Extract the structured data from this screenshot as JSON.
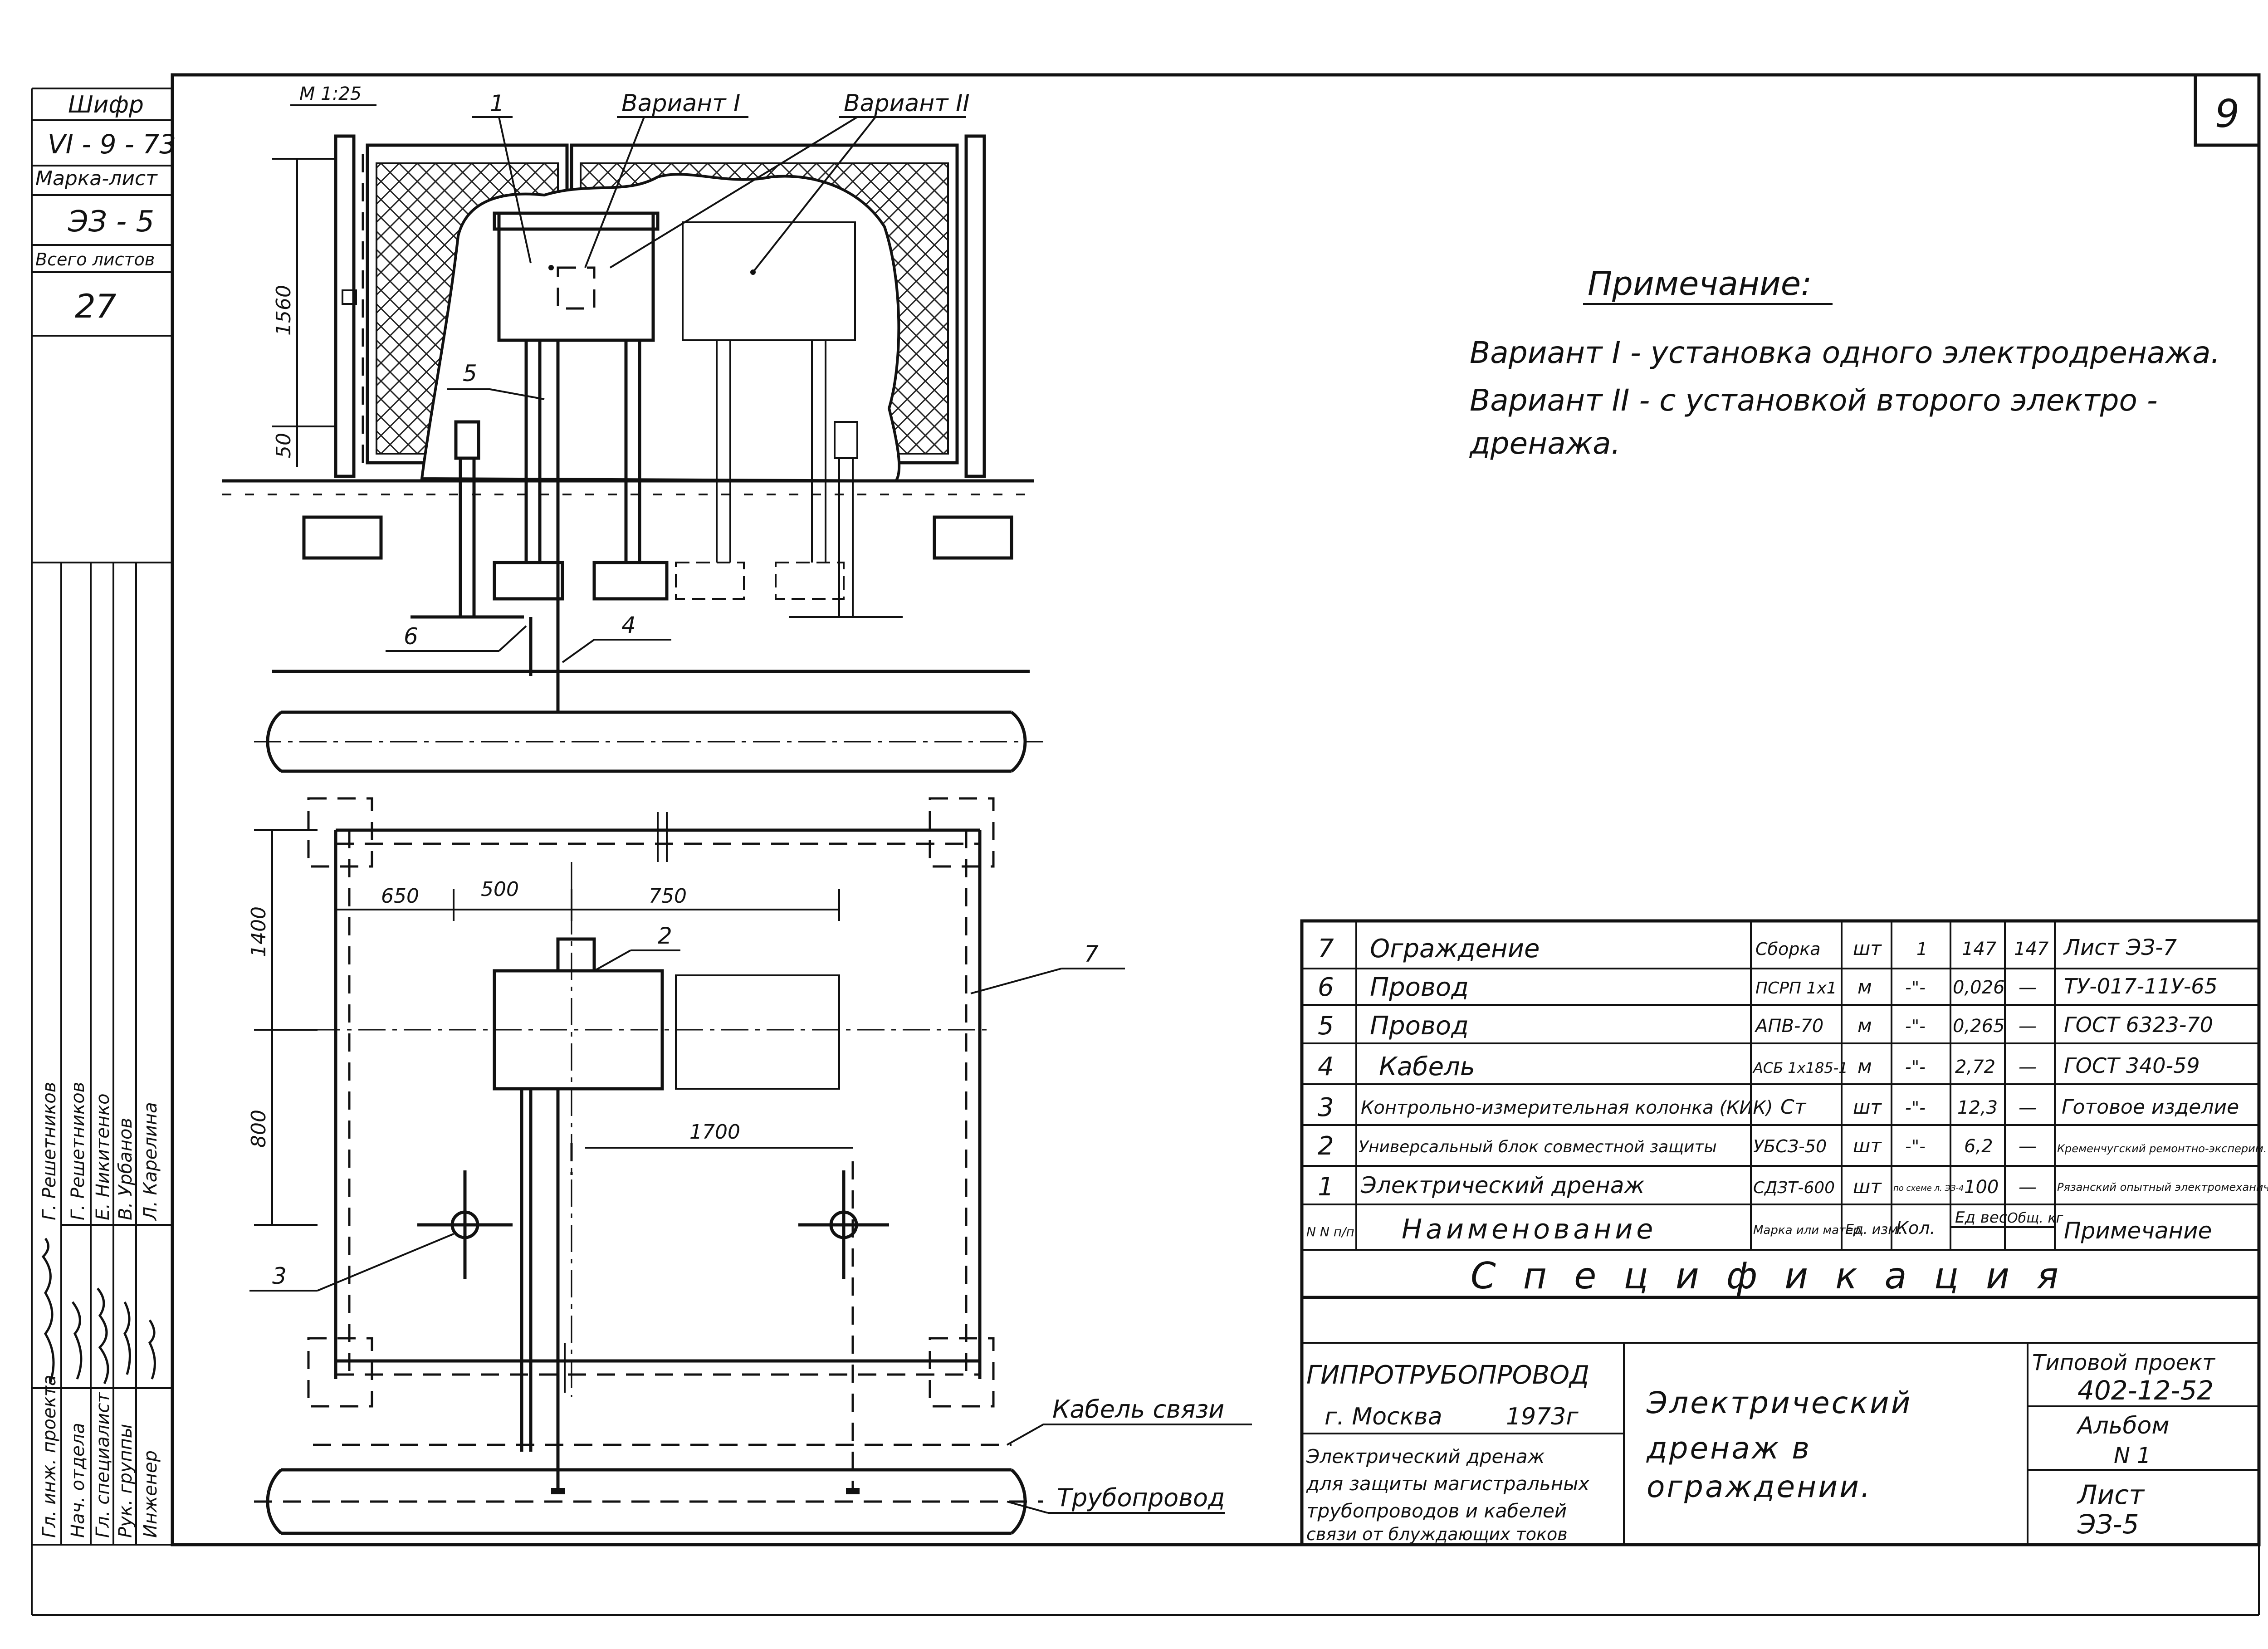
{
  "sheet": {
    "scale": "М 1:25",
    "sheet_number": "9",
    "callouts": [
      "1",
      "2",
      "3",
      "4",
      "5",
      "6",
      "7"
    ],
    "variant_1": "Вариант I",
    "variant_2": "Вариант II",
    "cable_label": "Кабель связи",
    "pipe_label": "Трубопровод",
    "dims": {
      "h1560": "1560",
      "h50": "50",
      "d650": "650",
      "d500": "500",
      "d750": "750",
      "h1400": "1400",
      "h800": "800",
      "d1700": "1700"
    }
  },
  "note": {
    "title": "Примечание:",
    "line1": "Вариант I - установка одного электродренажа.",
    "line2": "Вариант II - с установкой второго электро -",
    "line3": "дренажа."
  },
  "side_stamp": {
    "cipher_label": "Шифр",
    "cipher_value": "VI - 9 - 73",
    "mark_label": "Марка-лист",
    "mark_value": "ЭЗ - 5",
    "total_label": "Всего листов",
    "total_value": "27",
    "roles": [
      {
        "role": "Гл. инж. проекта",
        "name": "Г. Решетников"
      },
      {
        "role": "Нач. отдела",
        "name": "Г. Решетников"
      },
      {
        "role": "Гл. специалист",
        "name": "Е. Никитенко"
      },
      {
        "role": "Рук. группы",
        "name": "В. Урбанов"
      },
      {
        "role": "Инженер",
        "name": "Л. Карелина"
      }
    ]
  },
  "spec": {
    "title": "Спецификация",
    "header": {
      "no": "N N п/п",
      "name": "Наименование",
      "mark": "Марка или матер.",
      "unit": "Ед. изм.",
      "qty": "Кол.",
      "w_unit": "Ед вес",
      "w_total": "Общ. кг",
      "note": "Примечание"
    },
    "rows": [
      {
        "no": "7",
        "name": "Ограждение",
        "mark": "Сборка",
        "unit": "шт",
        "qty": "1",
        "w_unit": "147",
        "w_total": "147",
        "note": "Лист ЭЗ-7"
      },
      {
        "no": "6",
        "name": "Провод",
        "mark": "ПСРП 1х1",
        "unit": "м",
        "qty": "-\"-",
        "w_unit": "0,026",
        "w_total": "—",
        "note": "ТУ-017-11У-65"
      },
      {
        "no": "5",
        "name": "Провод",
        "mark": "АПВ-70",
        "unit": "м",
        "qty": "-\"-",
        "w_unit": "0,265",
        "w_total": "—",
        "note": "ГОСТ 6323-70"
      },
      {
        "no": "4",
        "name": "Кабель",
        "mark": "АСБ 1х185-1",
        "unit": "м",
        "qty": "-\"-",
        "w_unit": "2,72",
        "w_total": "—",
        "note": "ГОСТ 340-59"
      },
      {
        "no": "3",
        "name": "Контрольно-измерительная колонка (КИК)",
        "mark": "Ст",
        "unit": "шт",
        "qty": "-\"-",
        "w_unit": "12,3",
        "w_total": "—",
        "note": "Готовое изделие"
      },
      {
        "no": "2",
        "name": "Универсальный блок совместной защиты",
        "mark": "УБСЗ-50",
        "unit": "шт",
        "qty": "-\"-",
        "w_unit": "6,2",
        "w_total": "—",
        "note": "Кременчугский ремонтно-эксперим. з-д"
      },
      {
        "no": "1",
        "name": "Электрический дренаж",
        "mark": "СДЗТ-600",
        "unit": "шт",
        "qty": "по схеме л. ЭЗ-4",
        "w_unit": "100",
        "w_total": "—",
        "note": "Рязанский опытный электромеханич. з-д"
      }
    ]
  },
  "title_block": {
    "org": "ГИПРОТРУБОПРОВОД",
    "city": "г. Москва",
    "year": "1973г",
    "desc1": "Электрический дренаж",
    "desc2": "для защиты магистральных",
    "desc3": "трубопроводов и кабелей",
    "desc4": "связи от блуждающих токов",
    "drawing1": "Электрический",
    "drawing2": "дренаж в",
    "drawing3": "ограждении.",
    "project_label": "Типовой проект",
    "project_value": "402-12-52",
    "album_label": "Альбом",
    "album_value": "N 1",
    "sheet_label": "Лист",
    "sheet_value": "ЭЗ-5"
  }
}
